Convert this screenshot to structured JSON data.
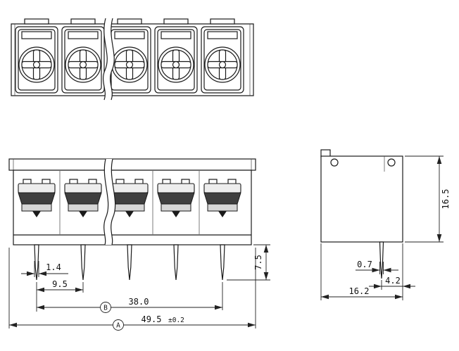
{
  "drawing": {
    "kind": "terminal-block-technical-drawing",
    "colors": {
      "line": "#1a1a1a",
      "dim_line": "#222222",
      "dark_fill": "#3f3f3f",
      "light_fill": "#ededed",
      "background": "#ffffff"
    },
    "top_view": {
      "positions": 5
    },
    "front_view": {
      "dim_pin_width": "1.4",
      "dim_pitch": "9.5",
      "dim_span": "38.0",
      "dim_span_datum": "B",
      "dim_overall": "49.5",
      "dim_overall_tolerance": "±0.2",
      "dim_overall_datum": "A",
      "dim_pin_length": "7.5"
    },
    "side_view": {
      "dim_height": "16.5",
      "dim_pin_thickness": "0.7",
      "dim_pin_to_edge": "4.2",
      "dim_depth": "16.2"
    }
  }
}
